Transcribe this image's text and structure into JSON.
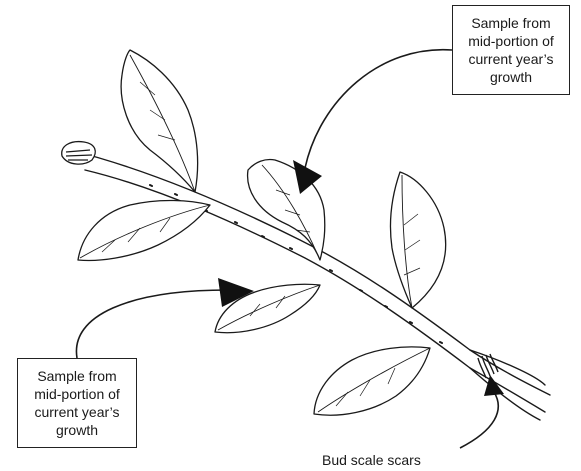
{
  "callouts": {
    "top": {
      "lines": [
        "Sample from",
        "mid-portion of",
        "current year’s",
        "growth"
      ]
    },
    "bottom": {
      "lines": [
        "Sample from",
        "mid-portion of",
        "current year’s",
        "growth"
      ]
    },
    "bud_scale_scars": "Bud scale scars"
  },
  "colors": {
    "ink": "#1a1a1a",
    "background": "#ffffff"
  }
}
